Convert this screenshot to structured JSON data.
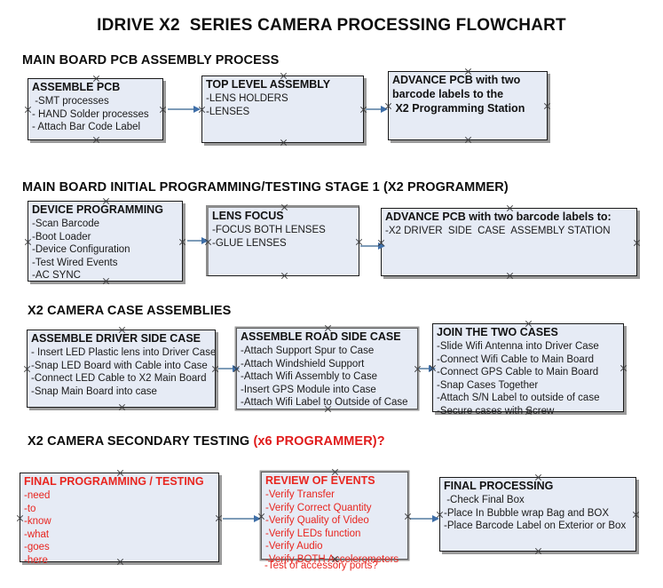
{
  "title": "IDRIVE X2  SERIES CAMERA PROCESSING FLOWCHART",
  "colors": {
    "box_fill": "#e6ebf5",
    "box_border": "#1a1a1a",
    "arrow": "#7e9cb8",
    "arrow_head": "#3f6fa8",
    "text": "#1a1a1a",
    "red_text": "#e8251f",
    "heading": "#0d0d0d"
  },
  "sections": [
    {
      "heading": "MAIN BOARD PCB ASSEMBLY PROCESS",
      "heading_suffix": "",
      "boxes": [
        {
          "title": "ASSEMBLE PCB",
          "lines": [
            " -SMT processes",
            "- HAND Solder processes",
            "- Attach Bar Code Label"
          ]
        },
        {
          "title": "TOP LEVEL ASSEMBLY",
          "lines": [
            "-LENS HOLDERS",
            "-LENSES"
          ]
        },
        {
          "title": "ADVANCE PCB with two",
          "lines": [
            "barcode labels to the",
            " X2 Programming Station"
          ]
        }
      ]
    },
    {
      "heading": "MAIN BOARD INITIAL PROGRAMMING/TESTING STAGE 1 (X2 PROGRAMMER)",
      "heading_suffix": "",
      "boxes": [
        {
          "title": "DEVICE PROGRAMMING",
          "lines": [
            "-Scan Barcode",
            "-Boot Loader",
            "-Device Configuration",
            "-Test Wired Events",
            "-AC SYNC"
          ]
        },
        {
          "title": "LENS FOCUS",
          "lines": [
            "-FOCUS BOTH LENSES",
            "-GLUE LENSES"
          ]
        },
        {
          "title": "ADVANCE PCB with two barcode labels to:",
          "lines": [
            "-X2 DRIVER  SIDE  CASE  ASSEMBLY STATION"
          ]
        }
      ]
    },
    {
      "heading": "X2 CAMERA CASE ASSEMBLIES",
      "heading_suffix": "",
      "boxes": [
        {
          "title": "ASSEMBLE DRIVER SIDE CASE",
          "lines": [
            "- Insert LED Plastic lens into Driver Case",
            "-Snap LED Board with Cable into Case",
            "-Connect LED Cable to X2 Main Board",
            "-Snap Main Board into case"
          ]
        },
        {
          "title": "ASSEMBLE ROAD SIDE CASE",
          "lines": [
            "-Attach Support Spur to Case",
            "-Attach Windshield Support",
            "-Attach Wifi Assembly to Case",
            "-Insert GPS Module into Case",
            "-Attach Wifi Label to Outside of Case"
          ]
        },
        {
          "title": "JOIN THE TWO CASES",
          "lines": [
            "-Slide Wifi Antenna into Driver Case",
            "-Connect Wifi Cable to Main Board",
            "-Connect GPS Cable to Main Board",
            "-Snap Cases Together",
            "-Attach S/N Label to outside of case",
            "-Secure cases with Screw"
          ]
        }
      ]
    },
    {
      "heading": "X2 CAMERA SECONDARY TESTING ",
      "heading_suffix": "(x6 PROGRAMMER)?",
      "boxes": [
        {
          "title": "FINAL PROGRAMMING / TESTING",
          "lines": [
            "-need",
            "-to",
            "-know",
            "-what",
            "-goes",
            "-here"
          ]
        },
        {
          "title": "REVIEW OF EVENTS",
          "lines": [
            "-Verify Transfer",
            "-Verify Correct Quantity",
            "-Verify Quality of Video",
            "-Verify LEDs function",
            "-Verify Audio",
            "-Verify BOTH Accelerometers"
          ],
          "overflow_line": "-Test of accessory ports?"
        },
        {
          "title": "FINAL PROCESSING",
          "lines": [
            " -Check Final Box",
            "-Place In Bubble wrap Bag and BOX",
            "-Place Barcode Label on Exterior or Box"
          ]
        }
      ]
    }
  ]
}
